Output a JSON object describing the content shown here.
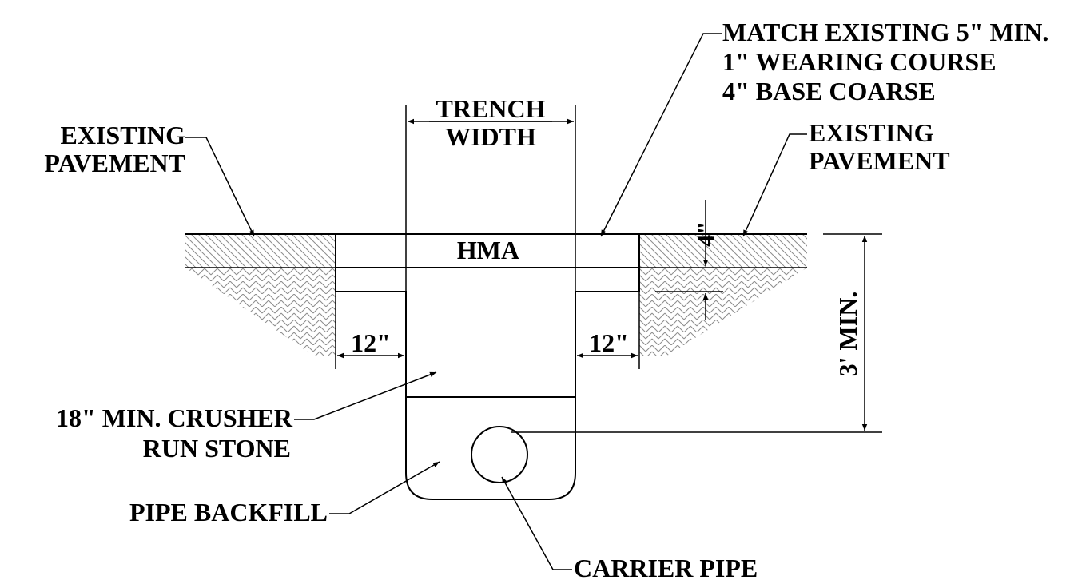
{
  "labels": {
    "match_line1": "MATCH EXISTING 5\" MIN.",
    "match_line2": "1\" WEARING COURSE",
    "match_line3": "4\" BASE COARSE",
    "trench_line1": "TRENCH",
    "trench_line2": "WIDTH",
    "existing_left_line1": "EXISTING",
    "existing_left_line2": "PAVEMENT",
    "existing_right_line1": "EXISTING",
    "existing_right_line2": "PAVEMENT",
    "hma": "HMA",
    "dim_4in": "4\"",
    "dim_left_12": "12\"",
    "dim_right_12": "12\"",
    "dim_3ft": "3' MIN.",
    "crusher_line1": "18\" MIN. CRUSHER",
    "crusher_line2": "RUN STONE",
    "pipe_backfill": "PIPE BACKFILL",
    "carrier_pipe": "CARRIER PIPE"
  },
  "colors": {
    "ink": "#000000",
    "hma_fill": "#c8c8c8",
    "hatch": "#8c8c8c",
    "background": "#ffffff"
  }
}
